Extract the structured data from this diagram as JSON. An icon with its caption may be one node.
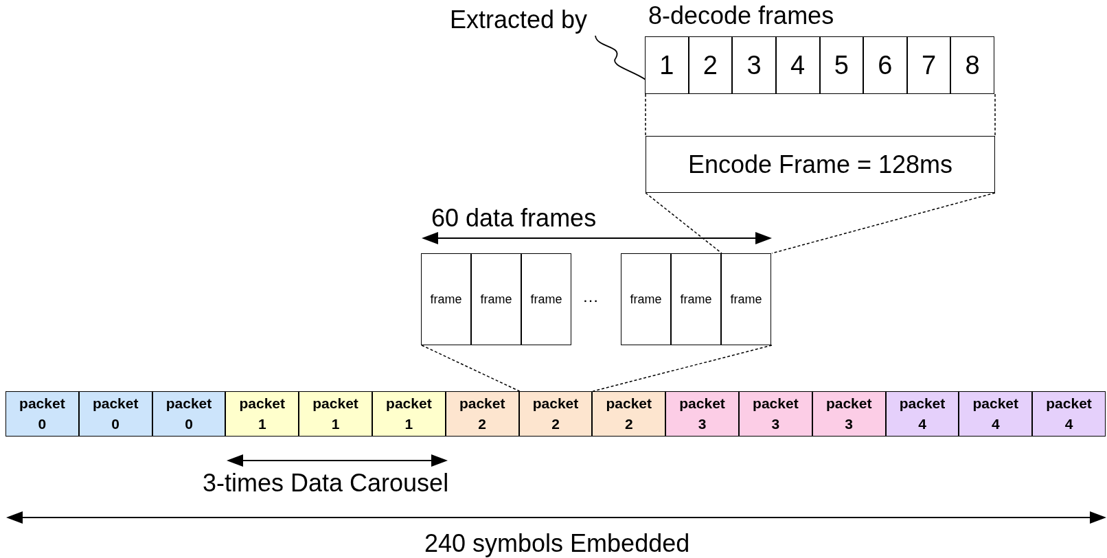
{
  "diagram": {
    "nodes": [
      {
        "text": [
          "Extracted by"
        ]
      },
      {
        "text": [
          "8-decode frames"
        ]
      },
      {
        "text": [
          "1"
        ],
        "in": 1
      },
      {
        "text": [
          "2"
        ],
        "in": 1
      },
      {
        "text": [
          "3"
        ],
        "in": 1
      },
      {
        "text": [
          "4"
        ],
        "in": 1
      },
      {
        "text": [
          "5"
        ],
        "in": 1
      },
      {
        "text": [
          "6"
        ],
        "in": 1
      },
      {
        "text": [
          "7"
        ],
        "in": 1
      },
      {
        "text": [
          "8"
        ],
        "in": 1
      },
      {
        "text": [
          "Encode Frame = 128ms"
        ]
      },
      {
        "text": [
          "frame"
        ]
      },
      {
        "text": [
          "frame"
        ]
      },
      {
        "text": [
          "frame"
        ]
      },
      {
        "text": [
          "frame"
        ]
      },
      {
        "text": [
          "frame"
        ]
      },
      {
        "text": [
          "frame"
        ]
      },
      {
        "text": [
          "packet 0"
        ]
      },
      {
        "text": [
          "packet 0"
        ]
      },
      {
        "text": [
          "packet 0"
        ]
      },
      {
        "text": [
          "packet 1"
        ]
      },
      {
        "text": [
          "packet 1"
        ]
      },
      {
        "text": [
          "packet 1"
        ]
      },
      {
        "text": [
          "packet 2"
        ]
      },
      {
        "text": [
          "packet 2"
        ]
      },
      {
        "text": [
          "packet 2"
        ]
      },
      {
        "text": [
          "packet 3"
        ]
      },
      {
        "text": [
          "packet 3"
        ]
      },
      {
        "text": [
          "packet 3"
        ]
      },
      {
        "text": [
          "packet 4"
        ]
      },
      {
        "text": [
          "packet 4"
        ]
      },
      {
        "text": [
          "packet 4"
        ]
      }
    ],
    "edges": [
      {
        "from": 0,
        "to": 2,
        "arrow": "none"
      },
      {
        "from": 1,
        "to": 10,
        "arrow": "none",
        "style": "dashed"
      },
      {
        "from": 1,
        "to": 10,
        "arrow": "none",
        "style": "dashed"
      },
      {
        "from": 10,
        "to": 16,
        "arrow": "none",
        "style": "dashed"
      },
      {
        "from": 10,
        "to": 16,
        "arrow": "none",
        "style": "dashed"
      },
      {
        "from": 11,
        "to": 24,
        "arrow": "none",
        "style": "dashed"
      },
      {
        "from": 16,
        "to": 24,
        "arrow": "none",
        "style": "dashed"
      }
    ],
    "labels": [
      "60 data frames",
      "…",
      "3-times Data Carousel",
      "240 symbols Embedded"
    ]
  }
}
